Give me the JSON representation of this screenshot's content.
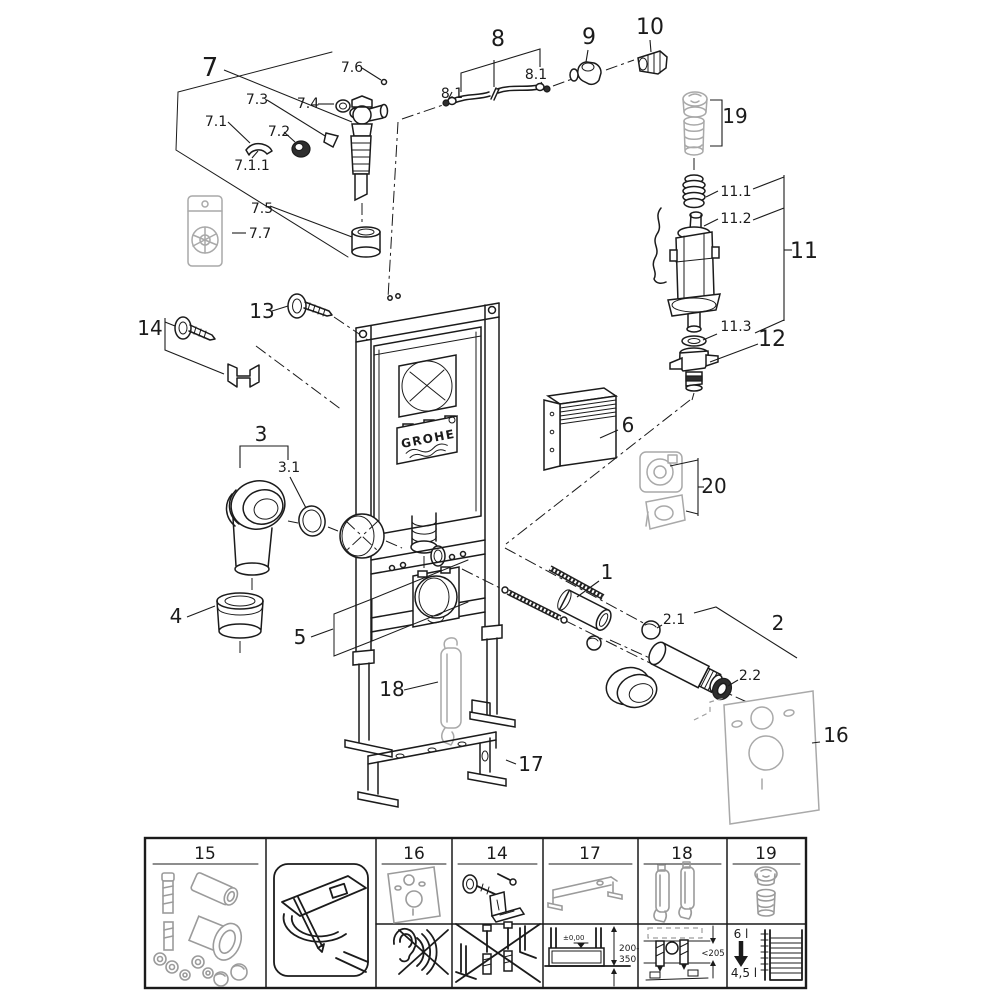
{
  "brand_logo": "GROHE",
  "callouts": {
    "c1": "1",
    "c2": "2",
    "c2_1": "2.1",
    "c2_2": "2.2",
    "c3": "3",
    "c3_1": "3.1",
    "c4": "4",
    "c5": "5",
    "c6": "6",
    "c7": "7",
    "c7_1": "7.1",
    "c7_1_1": "7.1.1",
    "c7_2": "7.2",
    "c7_3": "7.3",
    "c7_4": "7.4",
    "c7_5": "7.5",
    "c7_6": "7.6",
    "c7_7": "7.7",
    "c8": "8",
    "c8_1a": "8.1",
    "c8_1b": "8.1",
    "c9": "9",
    "c10": "10",
    "c11": "11",
    "c11_1": "11.1",
    "c11_2": "11.2",
    "c11_3": "11.3",
    "c12": "12",
    "c13": "13",
    "c14": "14",
    "c16": "16",
    "c17": "17",
    "c18": "18",
    "c19": "19",
    "c20": "20"
  },
  "legend": {
    "panels": [
      {
        "number": "15",
        "icon": "fixing-hardware-set-icon"
      },
      {
        "number": "",
        "icon": "ceramic-bowl-mounting-icon"
      },
      {
        "number": "16",
        "icon": "sound-insulation-no-noise-icon"
      },
      {
        "number": "14",
        "icon": "wall-bracket-no-other-fasteners-icon"
      },
      {
        "number": "17",
        "icon": "floor-bracket-height-icon",
        "datum": "±0,00",
        "range_line1": "200-",
        "range_line2": "350"
      },
      {
        "number": "18",
        "icon": "support-feet-depth-icon",
        "max_depth": "<205"
      },
      {
        "number": "19",
        "icon": "flush-volume-icon",
        "full_flush": "6 l",
        "reduced_flush": "4,5 l"
      }
    ]
  }
}
